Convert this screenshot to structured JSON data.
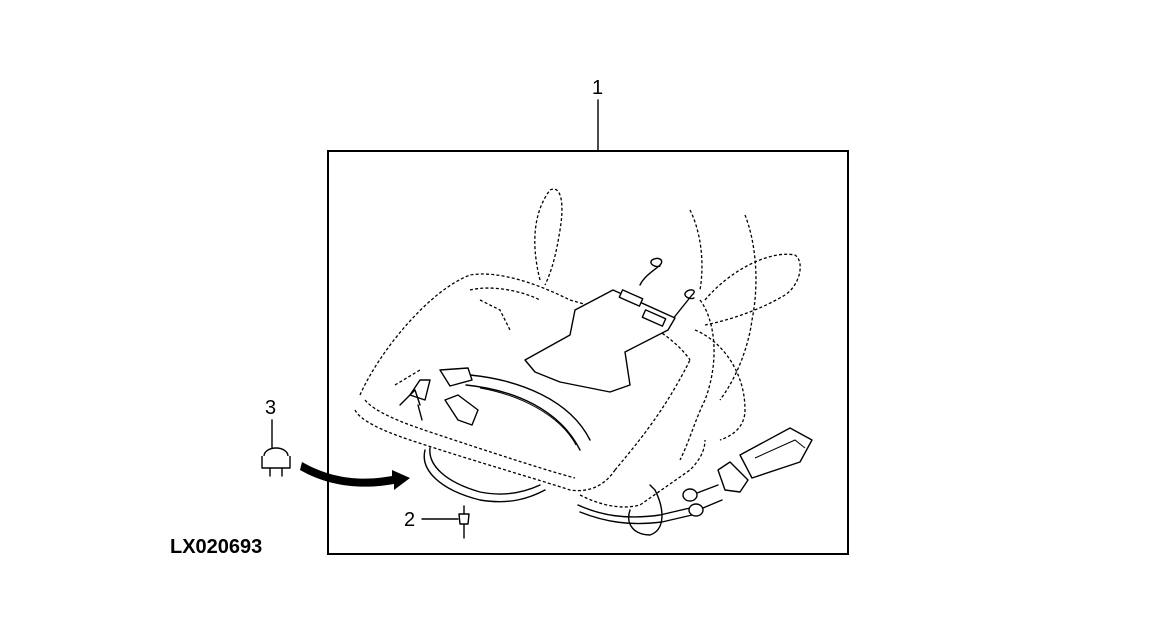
{
  "figure": {
    "id_label": "LX020693",
    "callouts": [
      {
        "number": "1",
        "part": "seat-wiring-assembly"
      },
      {
        "number": "2",
        "part": "fastener"
      },
      {
        "number": "3",
        "part": "clip"
      }
    ]
  }
}
